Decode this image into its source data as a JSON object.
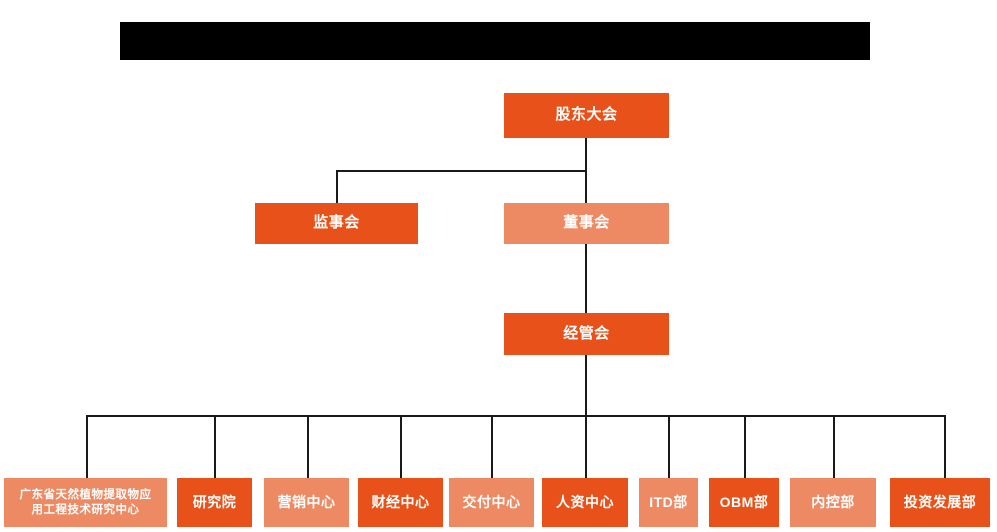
{
  "page": {
    "title_bar": {
      "name": "redacted-title-banner",
      "redacted": true,
      "text": ""
    },
    "background_color": "#ffffff"
  },
  "colors": {
    "node_dark": "#e8521a",
    "node_light": "#ed8a63",
    "connector": "#1a1a1a",
    "text": "#ffffff",
    "redaction": "#000000"
  },
  "org_chart": {
    "levels": {
      "level1": {
        "nodes": [
          {
            "id": "shareholders",
            "label": "股东大会",
            "style": "dark"
          }
        ]
      },
      "level2": {
        "nodes": [
          {
            "id": "supervisors",
            "label": "监事会",
            "style": "dark"
          },
          {
            "id": "directors",
            "label": "董事会",
            "style": "light"
          }
        ]
      },
      "level3": {
        "nodes": [
          {
            "id": "management",
            "label": "经管会",
            "style": "dark"
          }
        ]
      },
      "level4": {
        "nodes": [
          {
            "id": "gd-research-center",
            "label": "广东省天然植物提取物应\n用工程技术研究中心",
            "style": "light"
          },
          {
            "id": "research-institute",
            "label": "研究院",
            "style": "dark"
          },
          {
            "id": "marketing-center",
            "label": "营销中心",
            "style": "light"
          },
          {
            "id": "finance-center",
            "label": "财经中心",
            "style": "dark"
          },
          {
            "id": "delivery-center",
            "label": "交付中心",
            "style": "light"
          },
          {
            "id": "hr-center",
            "label": "人资中心",
            "style": "dark"
          },
          {
            "id": "itd-dept",
            "label": "ITD部",
            "style": "light"
          },
          {
            "id": "obm-dept",
            "label": "OBM部",
            "style": "dark"
          },
          {
            "id": "internal-control-dept",
            "label": "内控部",
            "style": "light"
          },
          {
            "id": "investment-dev-dept",
            "label": "投资发展部",
            "style": "dark"
          }
        ]
      }
    }
  }
}
